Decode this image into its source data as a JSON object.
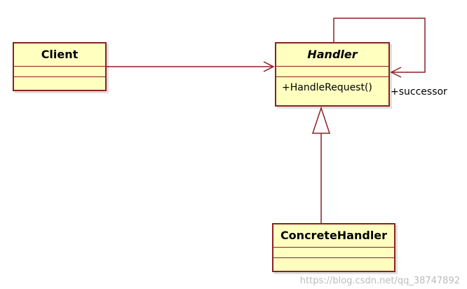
{
  "classes": {
    "client": {
      "name": "Client"
    },
    "handler": {
      "name": "Handler",
      "operation": "+HandleRequest()"
    },
    "concrete_handler": {
      "name": "ConcreteHandler"
    }
  },
  "associations": {
    "successor_role": "+successor"
  },
  "watermark": "https://blog.csdn.net/qq_38747892",
  "colors": {
    "class_fill": "#ffffc0",
    "border": "#8b2222",
    "line": "#8b2222"
  }
}
